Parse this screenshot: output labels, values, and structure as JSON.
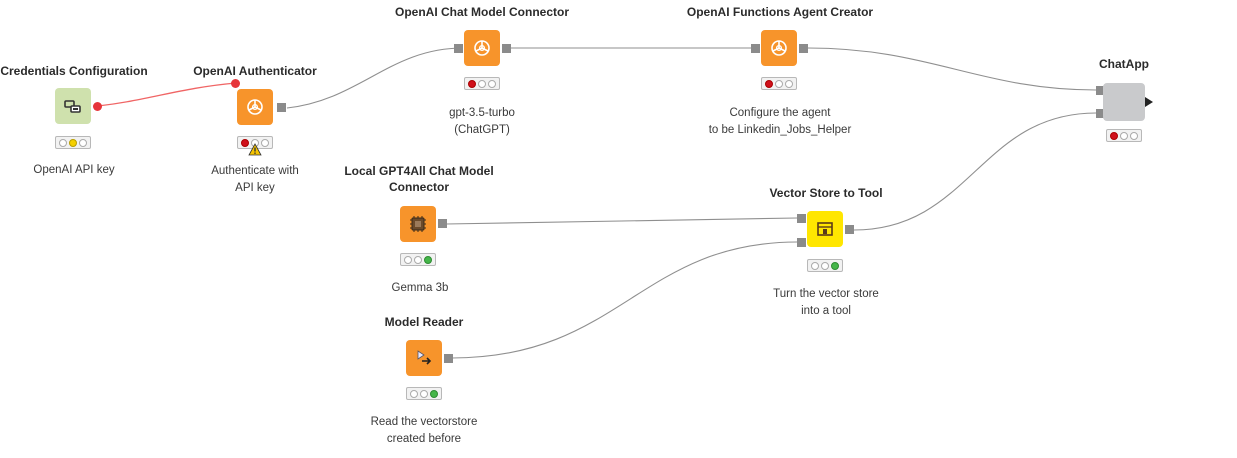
{
  "workflow": {
    "nodes": {
      "credentials": {
        "title": "Credentials Configuration",
        "description": "OpenAI API key",
        "status": "configured",
        "icon": "credentials-icon",
        "color": "#cfe1ad"
      },
      "authenticator": {
        "title": "OpenAI Authenticator",
        "description_line1": "Authenticate with",
        "description_line2": "API key",
        "status": "not-configured-warning",
        "icon": "openai-icon",
        "color": "#f7942b"
      },
      "chat_model": {
        "title": "OpenAI Chat Model Connector",
        "description_line1": "gpt-3.5-turbo",
        "description_line2": "(ChatGPT)",
        "status": "not-configured",
        "icon": "openai-icon",
        "color": "#f7942b"
      },
      "agent_creator": {
        "title": "OpenAI Functions Agent Creator",
        "description_line1": "Configure the agent",
        "description_line2": "to be Linkedin_Jobs_Helper",
        "status": "not-configured",
        "icon": "openai-icon",
        "color": "#f7942b"
      },
      "chatapp": {
        "title": "ChatApp",
        "status": "not-configured",
        "icon": "component-icon",
        "color": "#c9cacc"
      },
      "gpt4all": {
        "title_line1": "Local GPT4All Chat Model",
        "title_line2": "Connector",
        "description": "Gemma 3b",
        "status": "executed",
        "icon": "chip-icon",
        "color": "#f7942b"
      },
      "vector_tool": {
        "title": "Vector Store to Tool",
        "description_line1": "Turn the vector store",
        "description_line2": "into a tool",
        "status": "executed",
        "icon": "tool-icon",
        "color": "#ffe600"
      },
      "model_reader": {
        "title": "Model Reader",
        "description_line1": "Read the vectorstore",
        "description_line2": "created before",
        "status": "executed",
        "icon": "reader-icon",
        "color": "#f7942b"
      }
    },
    "colors": {
      "wire": "#8f8f8f",
      "credential_wire": "#f06565",
      "traffic_red": "#d0101b",
      "traffic_yellow": "#f5d000",
      "traffic_green": "#45b649"
    }
  }
}
